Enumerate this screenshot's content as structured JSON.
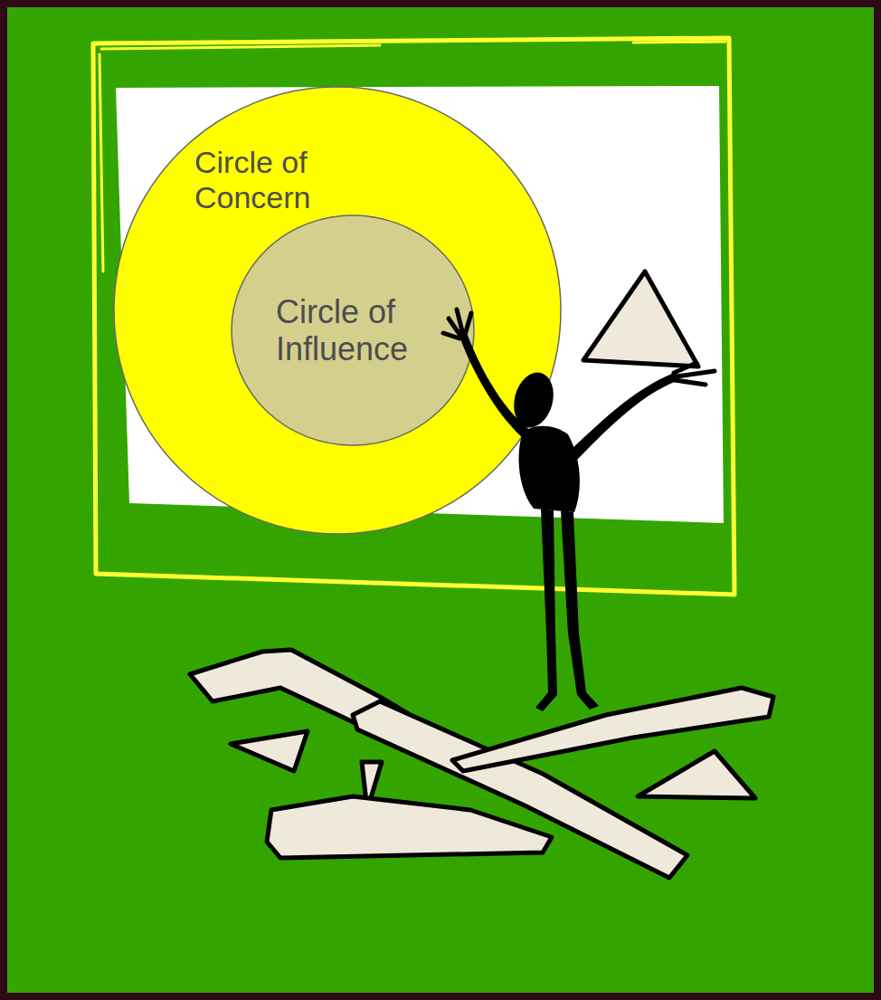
{
  "diagram": {
    "nodes": [
      {
        "text": [
          "Circle of Concern"
        ]
      },
      {
        "text": [
          "Circle of Influence"
        ],
        "in": 0
      }
    ]
  }
}
